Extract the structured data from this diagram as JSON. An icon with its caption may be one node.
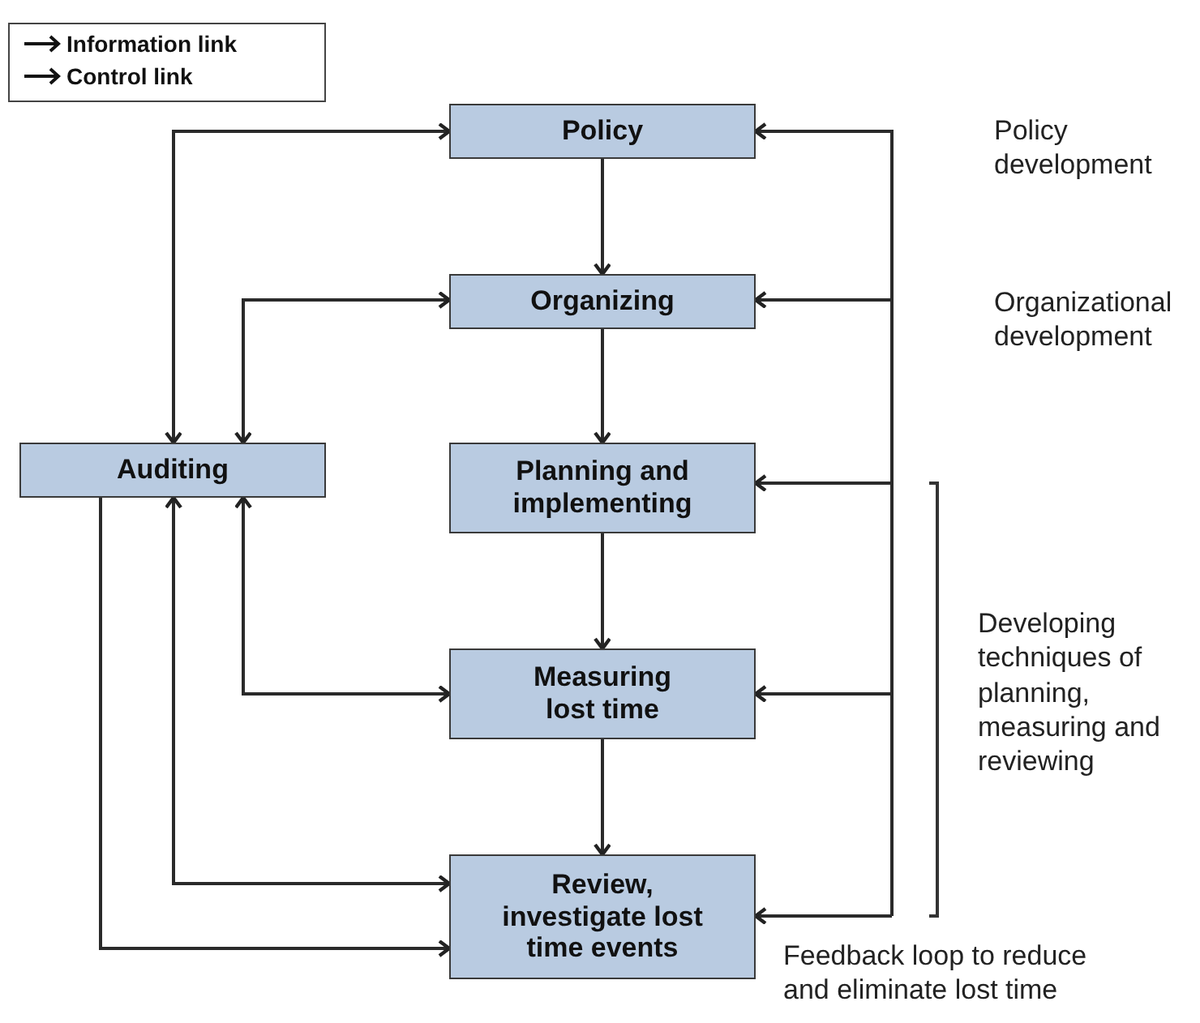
{
  "diagram": {
    "nodes": [
      {
        "text": [
          "Policy"
        ]
      },
      {
        "text": [
          "Organizing"
        ]
      },
      {
        "text": [
          "Auditing"
        ]
      },
      {
        "text": [
          "Planning and implementing"
        ]
      },
      {
        "text": [
          "Measuring lost time"
        ]
      },
      {
        "text": [
          "Review, investigate lost time events"
        ]
      }
    ],
    "edges": [
      {
        "from": 0,
        "to": 1,
        "arrow": "to"
      },
      {
        "from": 1,
        "to": 3,
        "arrow": "to"
      },
      {
        "from": 3,
        "to": 4,
        "arrow": "to"
      },
      {
        "from": 4,
        "to": 5,
        "arrow": "to"
      },
      {
        "from": 2,
        "to": 0,
        "arrow": "both"
      },
      {
        "from": 2,
        "to": 1,
        "arrow": "both"
      },
      {
        "from": 2,
        "to": 4,
        "arrow": "both"
      },
      {
        "from": 2,
        "to": 5,
        "arrow": "both"
      },
      {
        "from": 2,
        "to": 5,
        "arrow": "to"
      },
      {
        "from": null,
        "to": 0,
        "arrow": "to"
      },
      {
        "from": null,
        "to": 1,
        "arrow": "to"
      },
      {
        "from": null,
        "to": 3,
        "arrow": "to"
      },
      {
        "from": null,
        "to": 4,
        "arrow": "to"
      },
      {
        "from": null,
        "to": 5,
        "arrow": "to"
      }
    ],
    "labels": [
      "Policy development",
      "Organizational development",
      "Developing techniques of planning, measuring and reviewing",
      "Feedback loop to reduce and eliminate lost time"
    ],
    "legend": [
      {
        "text": "Information link"
      },
      {
        "text": "Control link"
      }
    ]
  }
}
